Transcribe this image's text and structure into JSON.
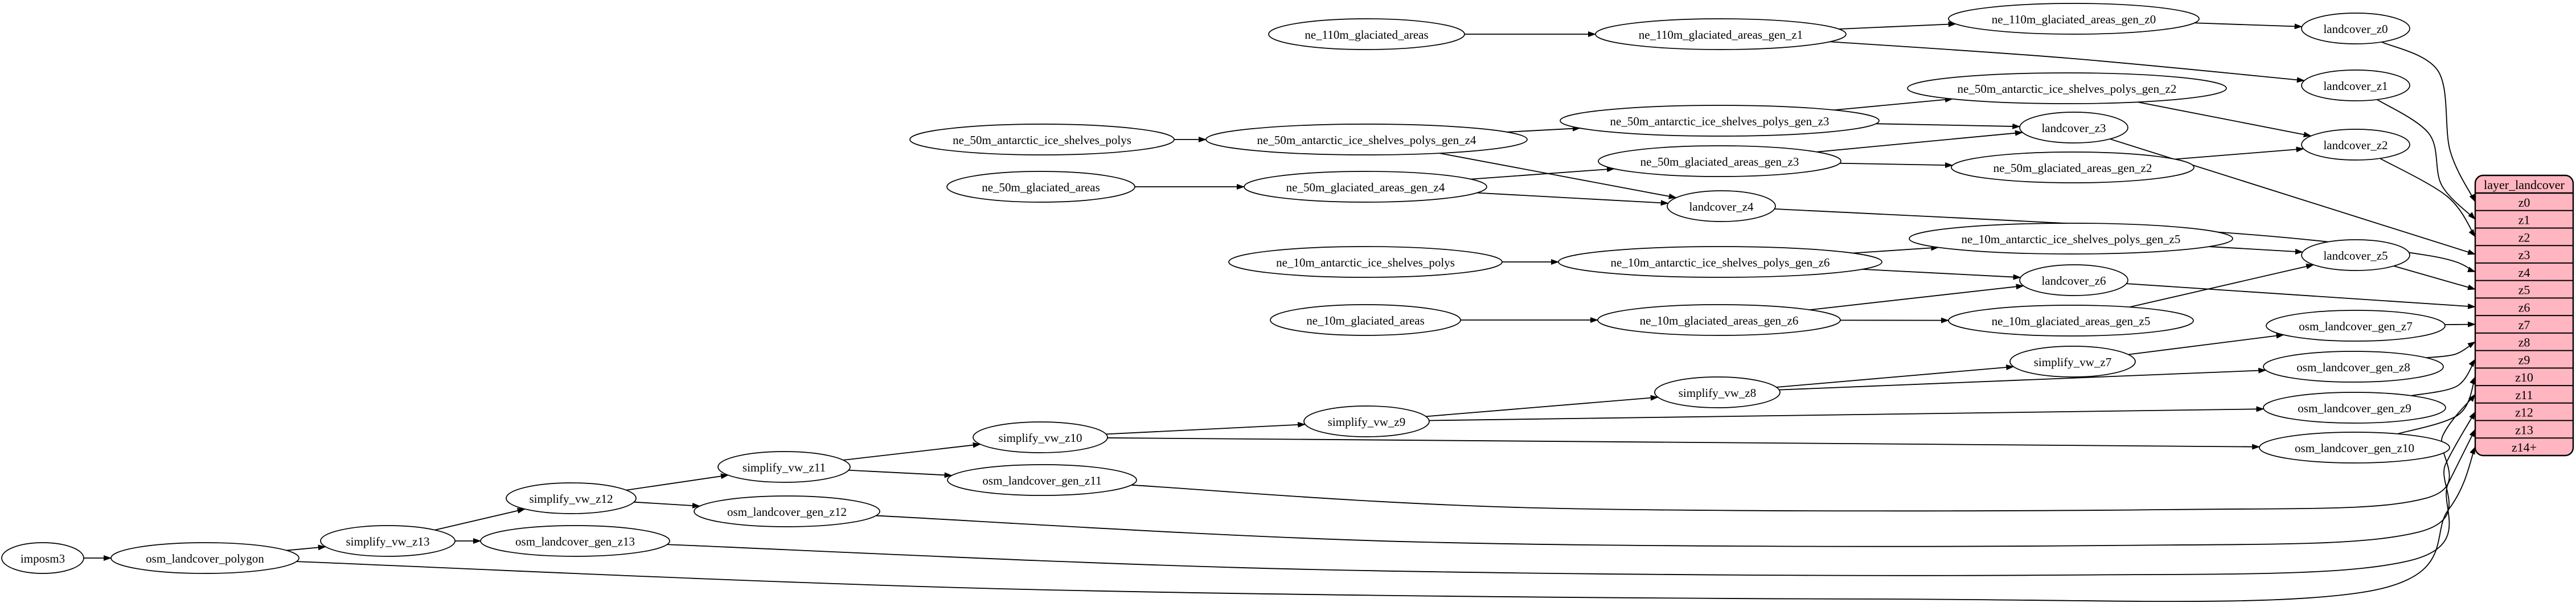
{
  "diagram": {
    "type": "dependency-graph",
    "background": "#ffffff",
    "edge_color": "#000000",
    "node_style": {
      "fill": "#ffffff",
      "stroke": "#000000",
      "text_color": "#000000"
    },
    "table": {
      "title": "layer_landcover",
      "fill": "#ffb6c1",
      "stroke": "#000000",
      "text_color": "#000000",
      "rows": [
        "z0",
        "z1",
        "z2",
        "z3",
        "z4",
        "z5",
        "z6",
        "z7",
        "z8",
        "z9",
        "z10",
        "z11",
        "z12",
        "z13",
        "z14+"
      ]
    },
    "nodes": [
      {
        "id": "imposm3",
        "label": "imposm3"
      },
      {
        "id": "osm_landcover_polygon",
        "label": "osm_landcover_polygon"
      },
      {
        "id": "simplify_vw_z13",
        "label": "simplify_vw_z13"
      },
      {
        "id": "osm_landcover_gen_z13",
        "label": "osm_landcover_gen_z13"
      },
      {
        "id": "simplify_vw_z12",
        "label": "simplify_vw_z12"
      },
      {
        "id": "osm_landcover_gen_z12",
        "label": "osm_landcover_gen_z12"
      },
      {
        "id": "simplify_vw_z11",
        "label": "simplify_vw_z11"
      },
      {
        "id": "osm_landcover_gen_z11",
        "label": "osm_landcover_gen_z11"
      },
      {
        "id": "simplify_vw_z10",
        "label": "simplify_vw_z10"
      },
      {
        "id": "osm_landcover_gen_z10",
        "label": "osm_landcover_gen_z10"
      },
      {
        "id": "simplify_vw_z9",
        "label": "simplify_vw_z9"
      },
      {
        "id": "osm_landcover_gen_z9",
        "label": "osm_landcover_gen_z9"
      },
      {
        "id": "simplify_vw_z8",
        "label": "simplify_vw_z8"
      },
      {
        "id": "osm_landcover_gen_z8",
        "label": "osm_landcover_gen_z8"
      },
      {
        "id": "simplify_vw_z7",
        "label": "simplify_vw_z7"
      },
      {
        "id": "osm_landcover_gen_z7",
        "label": "osm_landcover_gen_z7"
      },
      {
        "id": "ne_110m_glaciated_areas",
        "label": "ne_110m_glaciated_areas"
      },
      {
        "id": "ne_110m_glaciated_areas_gen_z1",
        "label": "ne_110m_glaciated_areas_gen_z1"
      },
      {
        "id": "ne_110m_glaciated_areas_gen_z0",
        "label": "ne_110m_glaciated_areas_gen_z0"
      },
      {
        "id": "landcover_z0",
        "label": "landcover_z0"
      },
      {
        "id": "landcover_z1",
        "label": "landcover_z1"
      },
      {
        "id": "ne_50m_antarctic_ice_shelves_polys",
        "label": "ne_50m_antarctic_ice_shelves_polys"
      },
      {
        "id": "ne_50m_antarctic_ice_shelves_polys_gen_z4",
        "label": "ne_50m_antarctic_ice_shelves_polys_gen_z4"
      },
      {
        "id": "ne_50m_antarctic_ice_shelves_polys_gen_z3",
        "label": "ne_50m_antarctic_ice_shelves_polys_gen_z3"
      },
      {
        "id": "ne_50m_antarctic_ice_shelves_polys_gen_z2",
        "label": "ne_50m_antarctic_ice_shelves_polys_gen_z2"
      },
      {
        "id": "ne_50m_glaciated_areas",
        "label": "ne_50m_glaciated_areas"
      },
      {
        "id": "ne_50m_glaciated_areas_gen_z4",
        "label": "ne_50m_glaciated_areas_gen_z4"
      },
      {
        "id": "ne_50m_glaciated_areas_gen_z3",
        "label": "ne_50m_glaciated_areas_gen_z3"
      },
      {
        "id": "ne_50m_glaciated_areas_gen_z2",
        "label": "ne_50m_glaciated_areas_gen_z2"
      },
      {
        "id": "landcover_z2",
        "label": "landcover_z2"
      },
      {
        "id": "landcover_z3",
        "label": "landcover_z3"
      },
      {
        "id": "landcover_z4",
        "label": "landcover_z4"
      },
      {
        "id": "ne_10m_antarctic_ice_shelves_polys",
        "label": "ne_10m_antarctic_ice_shelves_polys"
      },
      {
        "id": "ne_10m_antarctic_ice_shelves_polys_gen_z6",
        "label": "ne_10m_antarctic_ice_shelves_polys_gen_z6"
      },
      {
        "id": "ne_10m_antarctic_ice_shelves_polys_gen_z5",
        "label": "ne_10m_antarctic_ice_shelves_polys_gen_z5"
      },
      {
        "id": "ne_10m_glaciated_areas",
        "label": "ne_10m_glaciated_areas"
      },
      {
        "id": "ne_10m_glaciated_areas_gen_z6",
        "label": "ne_10m_glaciated_areas_gen_z6"
      },
      {
        "id": "ne_10m_glaciated_areas_gen_z5",
        "label": "ne_10m_glaciated_areas_gen_z5"
      },
      {
        "id": "landcover_z5",
        "label": "landcover_z5"
      },
      {
        "id": "landcover_z6",
        "label": "landcover_z6"
      }
    ],
    "edges": [
      {
        "from": "imposm3",
        "to": "osm_landcover_polygon"
      },
      {
        "from": "osm_landcover_polygon",
        "to": "simplify_vw_z13"
      },
      {
        "from": "osm_landcover_polygon",
        "to": "row:z14+"
      },
      {
        "from": "simplify_vw_z13",
        "to": "simplify_vw_z12"
      },
      {
        "from": "simplify_vw_z13",
        "to": "osm_landcover_gen_z13"
      },
      {
        "from": "osm_landcover_gen_z13",
        "to": "row:z13"
      },
      {
        "from": "simplify_vw_z12",
        "to": "simplify_vw_z11"
      },
      {
        "from": "simplify_vw_z12",
        "to": "osm_landcover_gen_z12"
      },
      {
        "from": "osm_landcover_gen_z12",
        "to": "row:z12"
      },
      {
        "from": "simplify_vw_z11",
        "to": "simplify_vw_z10"
      },
      {
        "from": "simplify_vw_z11",
        "to": "osm_landcover_gen_z11"
      },
      {
        "from": "osm_landcover_gen_z11",
        "to": "row:z11"
      },
      {
        "from": "simplify_vw_z10",
        "to": "simplify_vw_z9"
      },
      {
        "from": "simplify_vw_z10",
        "to": "osm_landcover_gen_z10"
      },
      {
        "from": "osm_landcover_gen_z10",
        "to": "row:z10"
      },
      {
        "from": "simplify_vw_z9",
        "to": "simplify_vw_z8"
      },
      {
        "from": "simplify_vw_z9",
        "to": "osm_landcover_gen_z9"
      },
      {
        "from": "osm_landcover_gen_z9",
        "to": "row:z9"
      },
      {
        "from": "simplify_vw_z8",
        "to": "simplify_vw_z7"
      },
      {
        "from": "simplify_vw_z8",
        "to": "osm_landcover_gen_z8"
      },
      {
        "from": "osm_landcover_gen_z8",
        "to": "row:z8"
      },
      {
        "from": "simplify_vw_z7",
        "to": "osm_landcover_gen_z7"
      },
      {
        "from": "osm_landcover_gen_z7",
        "to": "row:z7"
      },
      {
        "from": "ne_110m_glaciated_areas",
        "to": "ne_110m_glaciated_areas_gen_z1"
      },
      {
        "from": "ne_110m_glaciated_areas_gen_z1",
        "to": "ne_110m_glaciated_areas_gen_z0"
      },
      {
        "from": "ne_110m_glaciated_areas_gen_z1",
        "to": "landcover_z1"
      },
      {
        "from": "ne_110m_glaciated_areas_gen_z0",
        "to": "landcover_z0"
      },
      {
        "from": "landcover_z0",
        "to": "row:z0"
      },
      {
        "from": "landcover_z1",
        "to": "row:z1"
      },
      {
        "from": "ne_50m_antarctic_ice_shelves_polys",
        "to": "ne_50m_antarctic_ice_shelves_polys_gen_z4"
      },
      {
        "from": "ne_50m_antarctic_ice_shelves_polys_gen_z4",
        "to": "ne_50m_antarctic_ice_shelves_polys_gen_z3"
      },
      {
        "from": "ne_50m_antarctic_ice_shelves_polys_gen_z4",
        "to": "landcover_z4"
      },
      {
        "from": "ne_50m_antarctic_ice_shelves_polys_gen_z3",
        "to": "ne_50m_antarctic_ice_shelves_polys_gen_z2"
      },
      {
        "from": "ne_50m_antarctic_ice_shelves_polys_gen_z3",
        "to": "landcover_z3"
      },
      {
        "from": "ne_50m_antarctic_ice_shelves_polys_gen_z2",
        "to": "landcover_z2"
      },
      {
        "from": "ne_50m_glaciated_areas",
        "to": "ne_50m_glaciated_areas_gen_z4"
      },
      {
        "from": "ne_50m_glaciated_areas_gen_z4",
        "to": "ne_50m_glaciated_areas_gen_z3"
      },
      {
        "from": "ne_50m_glaciated_areas_gen_z4",
        "to": "landcover_z4"
      },
      {
        "from": "ne_50m_glaciated_areas_gen_z3",
        "to": "ne_50m_glaciated_areas_gen_z2"
      },
      {
        "from": "ne_50m_glaciated_areas_gen_z3",
        "to": "landcover_z3"
      },
      {
        "from": "ne_50m_glaciated_areas_gen_z2",
        "to": "landcover_z2"
      },
      {
        "from": "landcover_z2",
        "to": "row:z2"
      },
      {
        "from": "landcover_z3",
        "to": "row:z3"
      },
      {
        "from": "landcover_z4",
        "to": "row:z4"
      },
      {
        "from": "ne_10m_antarctic_ice_shelves_polys",
        "to": "ne_10m_antarctic_ice_shelves_polys_gen_z6"
      },
      {
        "from": "ne_10m_antarctic_ice_shelves_polys_gen_z6",
        "to": "ne_10m_antarctic_ice_shelves_polys_gen_z5"
      },
      {
        "from": "ne_10m_antarctic_ice_shelves_polys_gen_z6",
        "to": "landcover_z6"
      },
      {
        "from": "ne_10m_antarctic_ice_shelves_polys_gen_z5",
        "to": "landcover_z5"
      },
      {
        "from": "ne_10m_glaciated_areas",
        "to": "ne_10m_glaciated_areas_gen_z6"
      },
      {
        "from": "ne_10m_glaciated_areas_gen_z6",
        "to": "ne_10m_glaciated_areas_gen_z5"
      },
      {
        "from": "ne_10m_glaciated_areas_gen_z6",
        "to": "landcover_z6"
      },
      {
        "from": "ne_10m_glaciated_areas_gen_z5",
        "to": "landcover_z5"
      },
      {
        "from": "landcover_z5",
        "to": "row:z5"
      },
      {
        "from": "landcover_z6",
        "to": "row:z6"
      }
    ]
  }
}
